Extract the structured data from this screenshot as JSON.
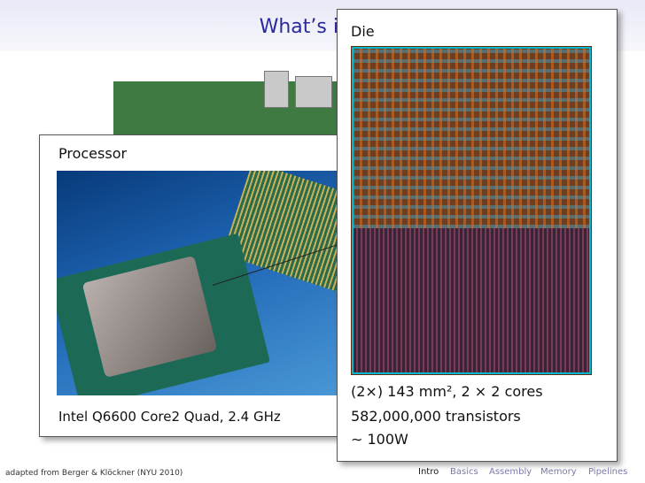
{
  "slide": {
    "title": "What’s in a c"
  },
  "processor_panel": {
    "title": "Processor",
    "caption": "Intel Q6600 Core2 Quad, 2.4 GHz"
  },
  "die_panel": {
    "title": "Die",
    "line1": "(2×) 143 mm², 2 × 2 cores",
    "line2": "582,000,000 transistors",
    "line3": "∼ 100W"
  },
  "footer": {
    "credit": "adapted from Berger & Klöckner (NYU 2010)",
    "nav": {
      "intro": "Intro",
      "basics": "Basics",
      "assembly": "Assembly",
      "memory": "Memory",
      "pipelines": "Pipelines"
    }
  },
  "colors": {
    "title": "#2a2a9a",
    "nav_inactive": "#7a7aa8",
    "die_border": "#00b7cf"
  }
}
